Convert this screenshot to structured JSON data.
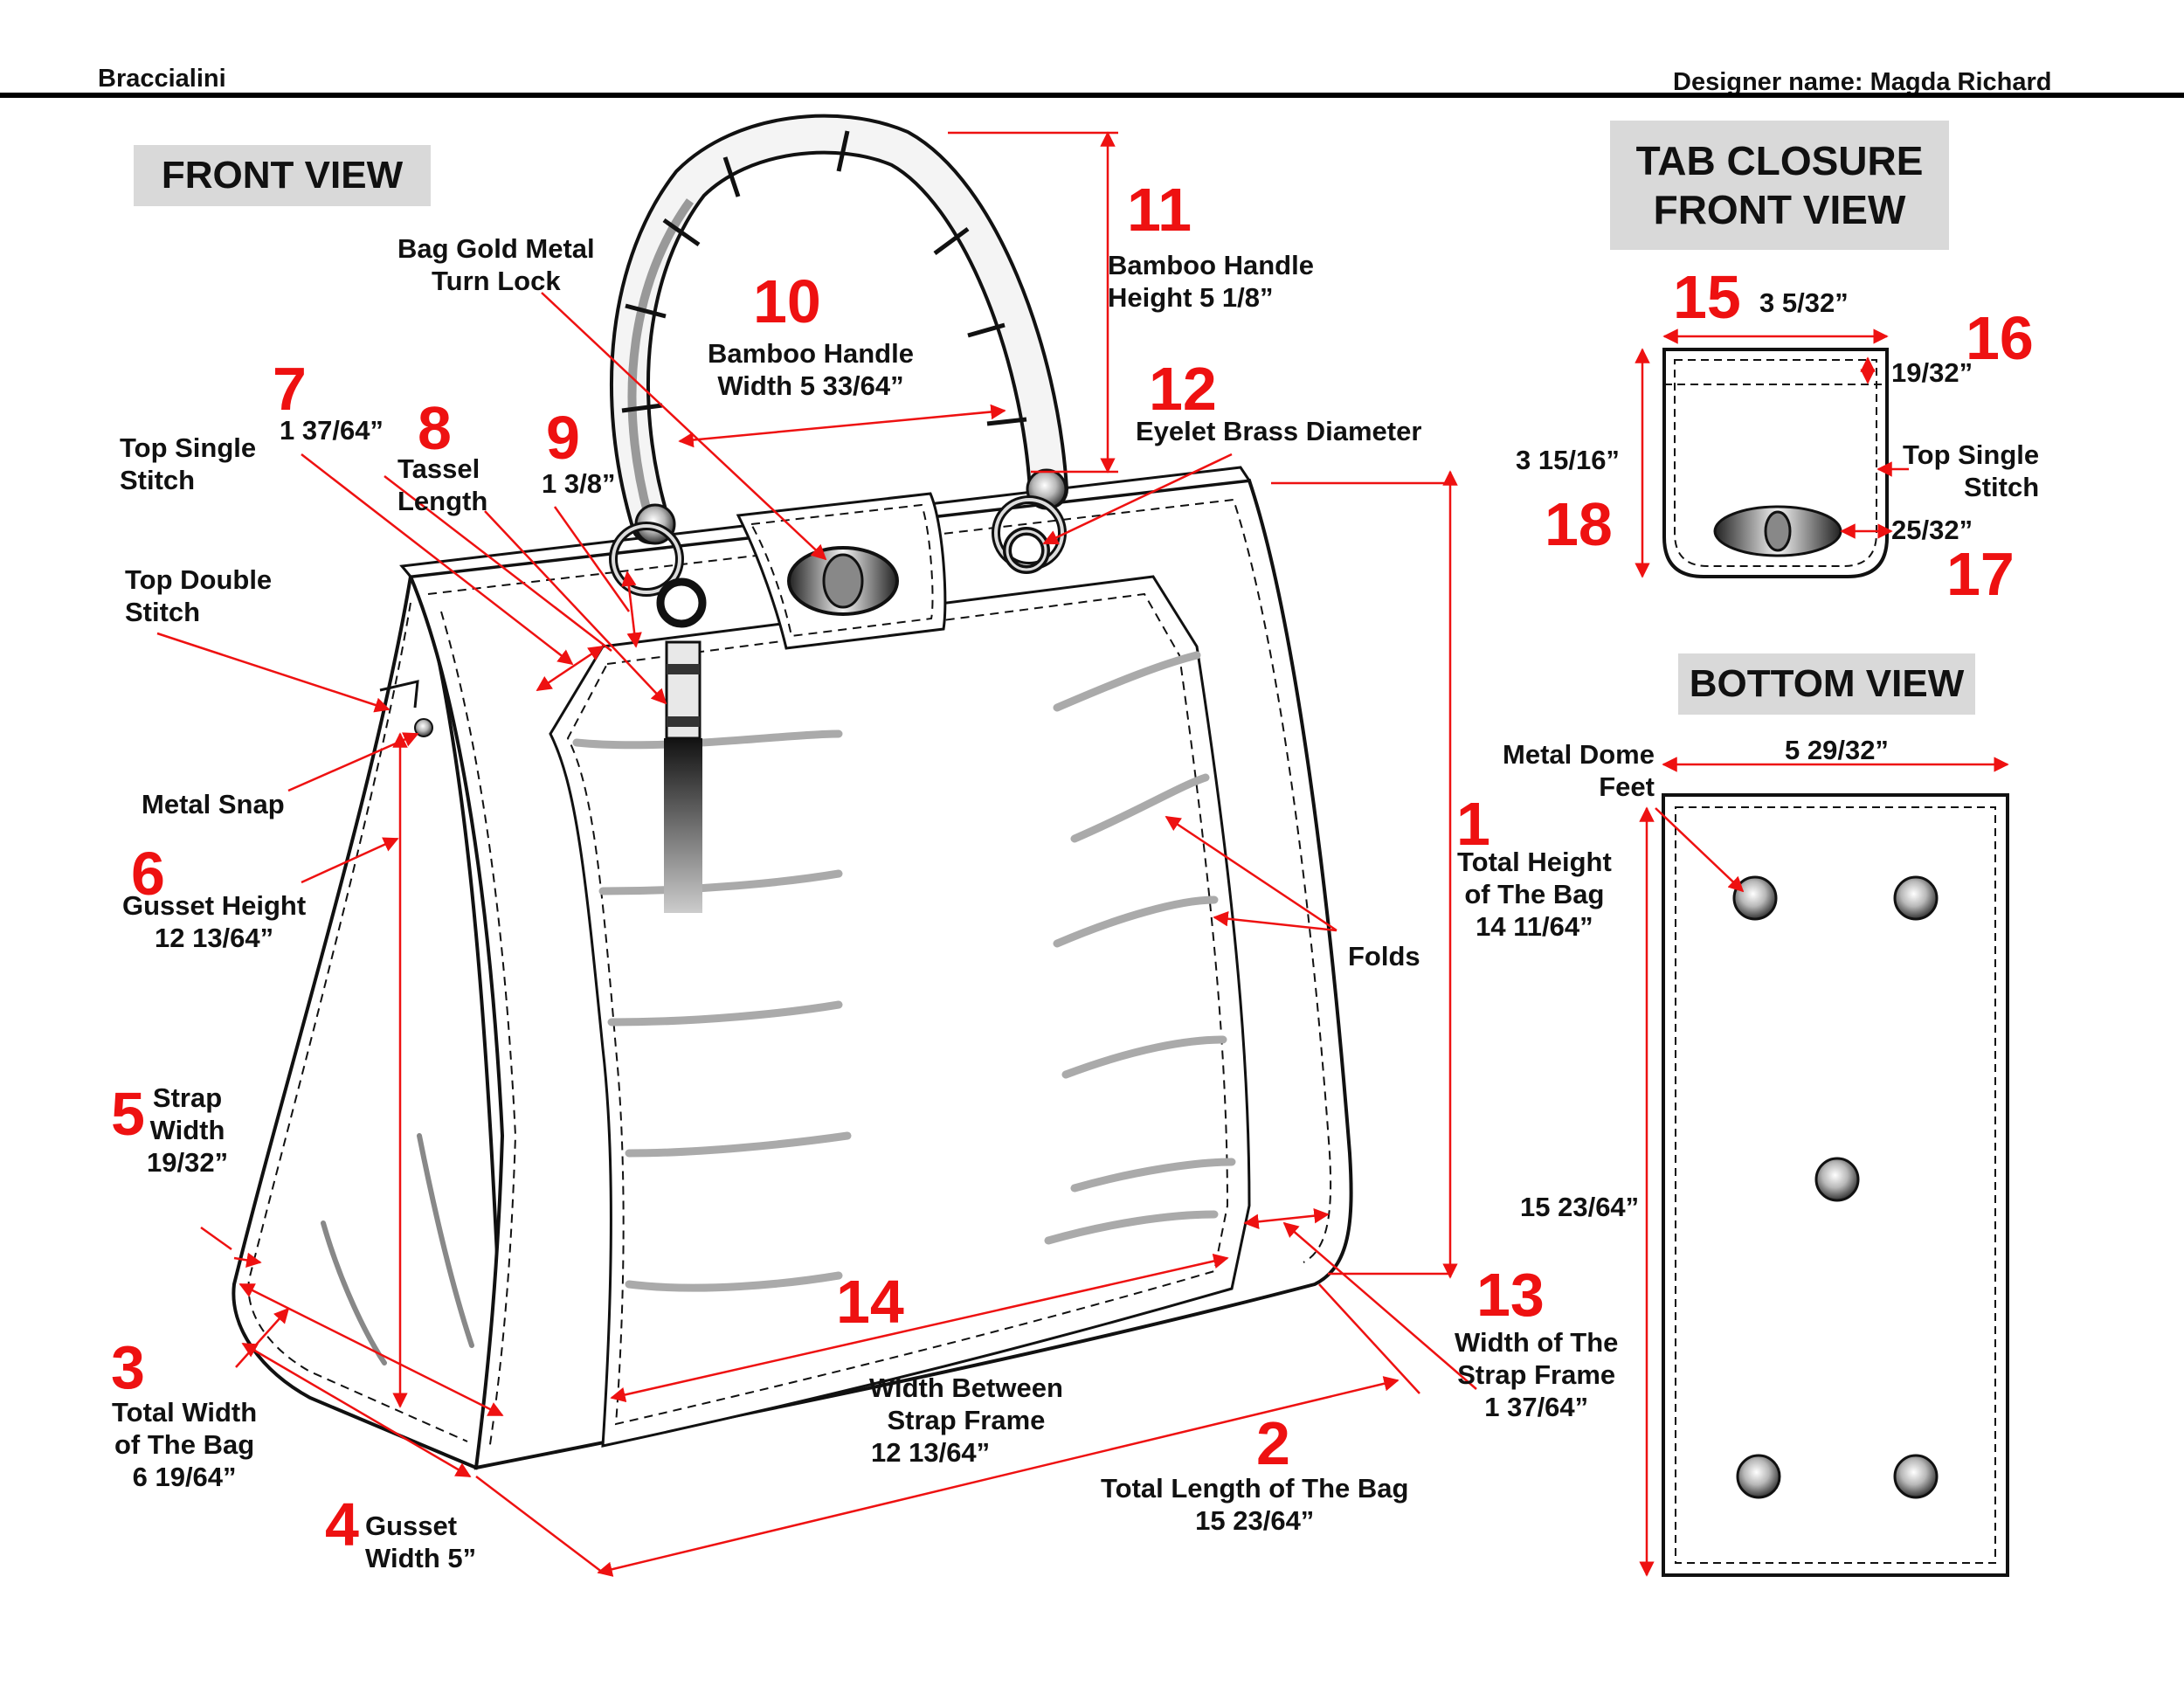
{
  "header": {
    "brand": "Braccialini",
    "designer": "Designer name: Magda Richard"
  },
  "views": {
    "front": "FRONT VIEW",
    "tab_line1": "TAB CLOSURE",
    "tab_line2": "FRONT VIEW",
    "bottom": "BOTTOM VIEW"
  },
  "numbers": [
    "1",
    "2",
    "3",
    "4",
    "5",
    "6",
    "7",
    "8",
    "9",
    "10",
    "11",
    "12",
    "13",
    "14",
    "15",
    "16",
    "17",
    "18"
  ],
  "labels": {
    "turn_lock_1": "Bag Gold Metal",
    "turn_lock_2": "Turn Lock",
    "handle_w_1": "Bamboo Handle",
    "handle_w_2": "Width 5 33/64”",
    "handle_h_1": "Bamboo Handle",
    "handle_h_2": "Height 5 1/8”",
    "eyelet": "Eyelet Brass Diameter",
    "top_single_1": "Top Single",
    "top_single_2": "Stitch",
    "dim7": "1 37/64”",
    "tassel_1": "Tassel",
    "tassel_2": "Length",
    "dim9": "1 3/8”",
    "top_double_1": "Top Double",
    "top_double_2": "Stitch",
    "metal_snap": "Metal Snap",
    "gusset_h_1": "Gusset Height",
    "gusset_h_2": "12 13/64”",
    "strap_w_1": "Strap",
    "strap_w_2": "Width",
    "strap_w_3": "19/32”",
    "total_w_1": "Total Width",
    "total_w_2": "of  The Bag",
    "total_w_3": "6 19/64”",
    "gusset_w_1": "Gusset",
    "gusset_w_2": "Width 5”",
    "width_between_1": "Width Between",
    "width_between_2": "Strap Frame",
    "width_between_3": "12 13/64”",
    "total_len_1": "Total Length of  The Bag",
    "total_len_2": "15 23/64”",
    "strap_frame_1": "Width of The",
    "strap_frame_2": "Strap Frame",
    "strap_frame_3": "1 37/64”",
    "folds": "Folds",
    "total_h_1": "Total Height",
    "total_h_2": "of The Bag",
    "total_h_3": "14 11/64”",
    "tab_w": "3 5/32”",
    "tab_16": "19/32”",
    "tab_h": "3 15/16”",
    "tab_stitch_1": "Top Single",
    "tab_stitch_2": "Stitch",
    "tab_17": "25/32”",
    "dome_1": "Metal Dome",
    "dome_2": "Feet",
    "bottom_w": "5 29/32”",
    "bottom_h": "15 23/64”"
  },
  "colors": {
    "accent": "#ee1111",
    "label_box": "#d9d9d9",
    "ink": "#111111"
  }
}
